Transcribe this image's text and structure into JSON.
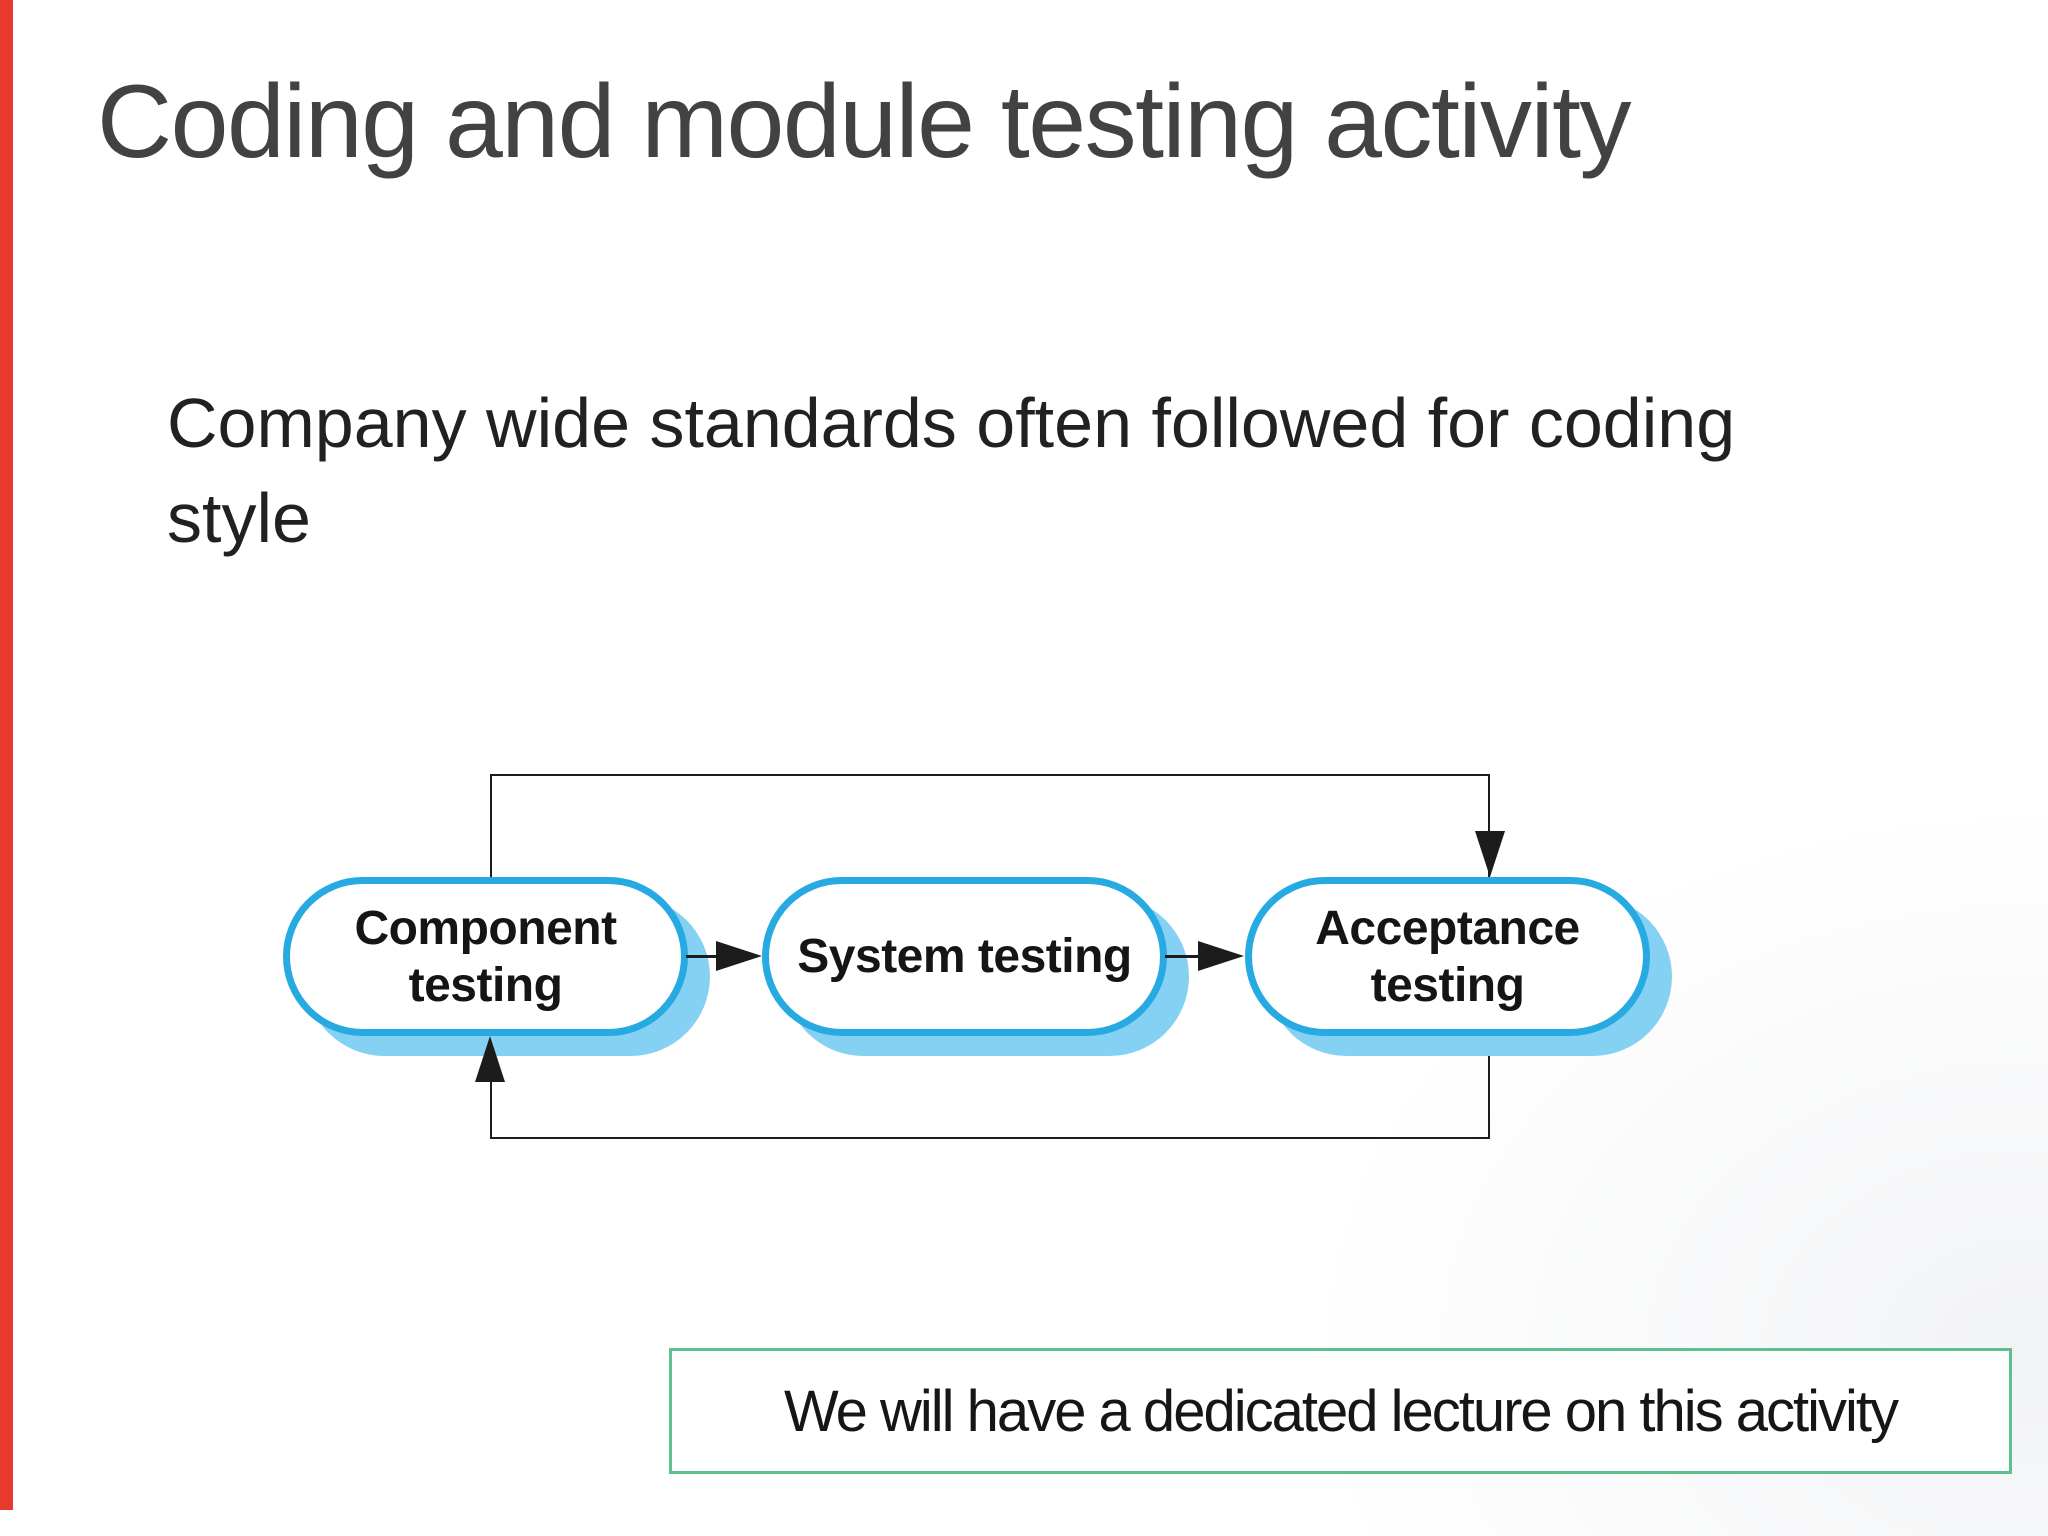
{
  "slide": {
    "title": "Coding and module testing activity",
    "body_line1": "Company wide standards often followed for coding",
    "body_line2": "style",
    "note": "We will have a dedicated lecture on this activity"
  },
  "diagram": {
    "boxes": [
      {
        "id": "component-testing",
        "label": "Component testing"
      },
      {
        "id": "system-testing",
        "label": "System testing"
      },
      {
        "id": "acceptance-testing",
        "label": "Acceptance testing"
      }
    ],
    "flow": [
      "Component testing -> System testing",
      "System testing -> Acceptance testing",
      "Component testing -> Acceptance testing (forward loop, top)",
      "Acceptance testing -> Component testing (feedback loop, bottom)"
    ]
  },
  "colors": {
    "cyan": "#27a9e1",
    "shadow": "#85d1f3",
    "green": "#5fc08f",
    "red": "#e63a2e",
    "line": "#1c1c1c",
    "title-color": "#424242",
    "text-color": "#212121",
    "label-color": "#151515"
  }
}
